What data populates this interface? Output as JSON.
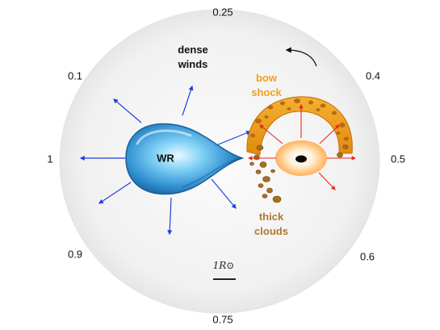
{
  "phase_labels": {
    "top": "0.25",
    "upper_left": "0.1",
    "upper_right": "0.4",
    "left": "1",
    "right": "0.5",
    "lower_left": "0.9",
    "lower_right": "0.6",
    "bottom": "0.75"
  },
  "labels": {
    "dense_winds_line1": "dense",
    "dense_winds_line2": "winds",
    "bow_shock_line1": "bow",
    "bow_shock_line2": "shock",
    "thick_clouds_line1": "thick",
    "thick_clouds_line2": "clouds",
    "wr": "WR",
    "scale": "1R⊙"
  },
  "colors": {
    "wind_arrow": "#1f3fe0",
    "shock_arrow": "#e8281a",
    "bow_shock": "#f0a020",
    "clouds": "#b07830",
    "background_disk": "#f1f1f1",
    "wr_star": "#3aa8e0"
  }
}
